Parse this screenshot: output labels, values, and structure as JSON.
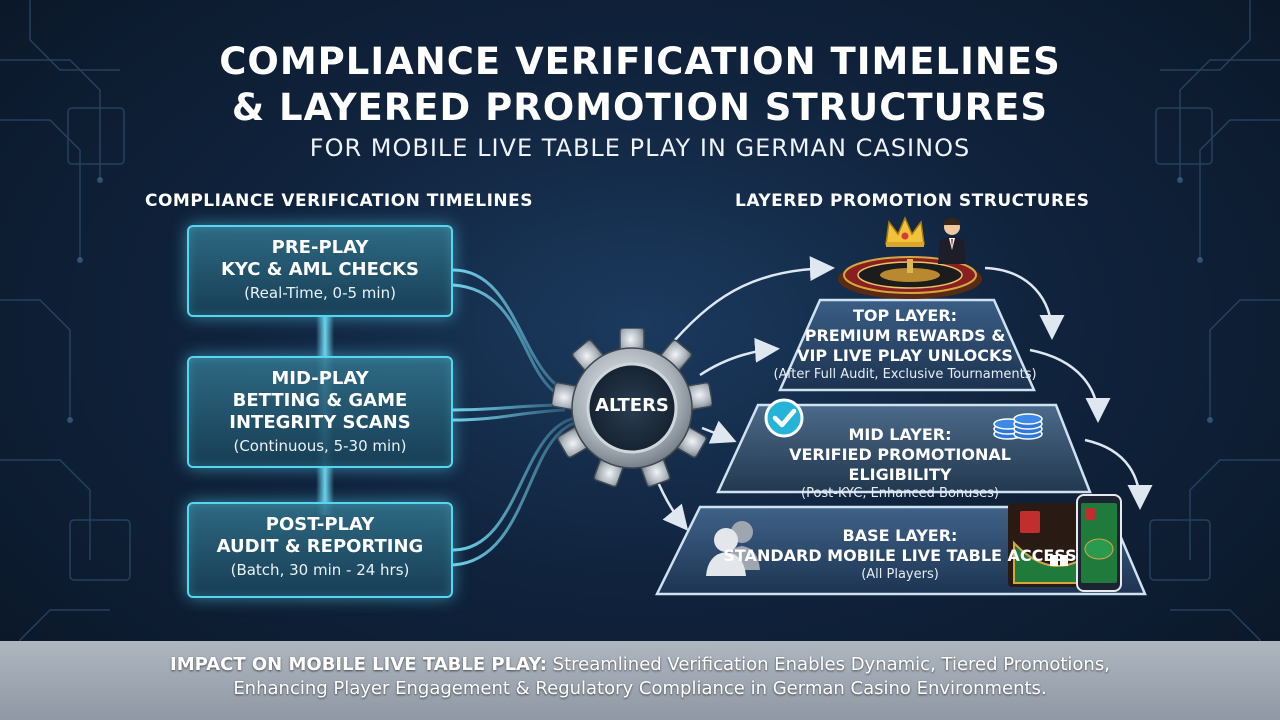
{
  "title": {
    "line1": "COMPLIANCE VERIFICATION TIMELINES",
    "line2": "& LAYERED PROMOTION STRUCTURES",
    "subtitle": "FOR MOBILE LIVE TABLE PLAY IN GERMAN CASINOS"
  },
  "left": {
    "heading": "COMPLIANCE VERIFICATION TIMELINES",
    "stages": [
      {
        "title1": "PRE-PLAY",
        "title2": "KYC & AML CHECKS",
        "title3": "",
        "detail": "(Real-Time, 0-5 min)"
      },
      {
        "title1": "MID-PLAY",
        "title2": "BETTING & GAME",
        "title3": "INTEGRITY SCANS",
        "detail": "(Continuous, 5-30 min)"
      },
      {
        "title1": "POST-PLAY",
        "title2": "AUDIT & REPORTING",
        "title3": "",
        "detail": "(Batch, 30 min - 24 hrs)"
      }
    ]
  },
  "center": {
    "gear_label": "ALTERS"
  },
  "right": {
    "heading": "LAYERED PROMOTION STRUCTURES",
    "tiers": [
      {
        "title1": "TOP LAYER:",
        "title2": "PREMIUM REWARDS &",
        "title3": "VIP LIVE PLAY UNLOCKS",
        "detail": "(After Full Audit, Exclusive Tournaments)"
      },
      {
        "title1": "MID LAYER:",
        "title2": "VERIFIED PROMOTIONAL ELIGIBILITY",
        "detail": "(Post-KYC, Enhanced Bonuses)"
      },
      {
        "title1": "BASE LAYER:",
        "title2": "STANDARD MOBILE LIVE TABLE ACCESS",
        "detail": "(All Players)"
      }
    ]
  },
  "footer": {
    "bold": "IMPACT ON MOBILE LIVE TABLE PLAY:",
    "line1": " Streamlined Verification Enables Dynamic, Tiered Promotions,",
    "line2": "Enhancing Player Engagement & Regulatory Compliance in German Casino Environments."
  },
  "icons": [
    "crown-icon",
    "dealer-icon",
    "roulette-wheel-icon",
    "verified-badge-icon",
    "casino-chips-icon",
    "users-icon",
    "smartphone-icon",
    "blackjack-table-icon",
    "gear-icon"
  ],
  "colors": {
    "accent_cyan": "#56d6f0",
    "background": "#10233d",
    "footer": "#9aa2ad",
    "chip_blue": "#2f78d8"
  }
}
